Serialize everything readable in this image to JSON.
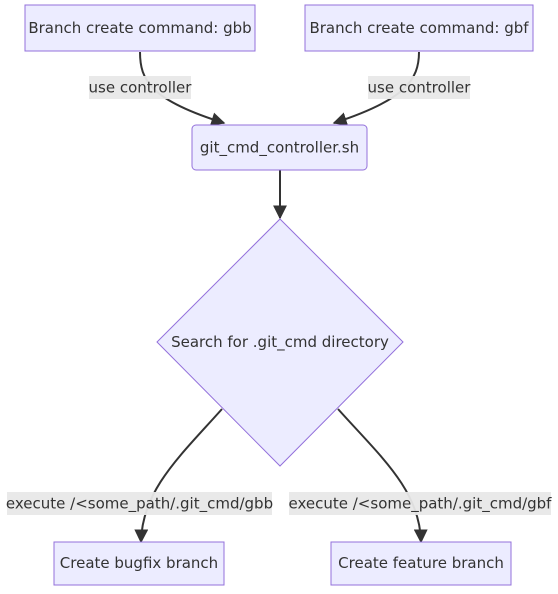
{
  "colors": {
    "node_fill": "#ECECFF",
    "node_stroke": "#9370DB",
    "edge": "#333333",
    "edge_label_bg": "#e8e8e8",
    "text": "#333333"
  },
  "nodes": {
    "gbb": {
      "label": "Branch create command: gbb"
    },
    "gbf": {
      "label": "Branch create command: gbf"
    },
    "controller": {
      "label": "git_cmd_controller.sh"
    },
    "search": {
      "label": "Search for .git_cmd directory"
    },
    "bugfix": {
      "label": "Create bugfix branch"
    },
    "feature": {
      "label": "Create feature branch"
    }
  },
  "edges": {
    "gbb_to_controller": {
      "label": "use controller"
    },
    "gbf_to_controller": {
      "label": "use controller"
    },
    "controller_to_search": {
      "label": ""
    },
    "search_to_bugfix": {
      "label": "execute /<some_path/.git_cmd/gbb"
    },
    "search_to_feature": {
      "label": "execute /<some_path/.git_cmd/gbf"
    }
  }
}
